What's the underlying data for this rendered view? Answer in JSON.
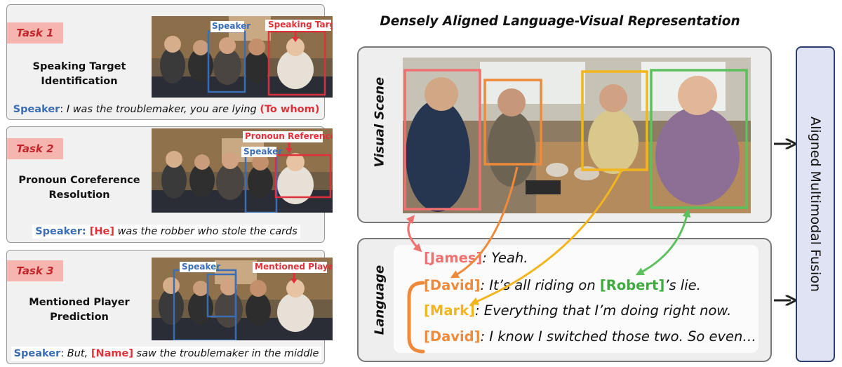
{
  "tasks": [
    {
      "badge": "Task 1",
      "name_line1": "Speaking Target",
      "name_line2": "Identification",
      "labels": [
        "Speaker",
        "Speaking Target"
      ],
      "caption": {
        "speaker": "Speaker",
        "sep": ": ",
        "text": "I was the troublemaker, you are lying ",
        "highlight": "(To whom)"
      }
    },
    {
      "badge": "Task 2",
      "name_line1": "Pronoun Coreference",
      "name_line2": "Resolution",
      "labels": [
        "Speaker",
        "Pronoun Reference"
      ],
      "caption": {
        "speaker": "Speaker",
        "sep": ": ",
        "highlight": "[He]",
        "text": " was the robber who stole the cards"
      }
    },
    {
      "badge": "Task 3",
      "name_line1": "Mentioned Player",
      "name_line2": "Prediction",
      "labels": [
        "Speaker",
        "Mentioned Player"
      ],
      "caption": {
        "speaker": "Speaker",
        "sep": ": ",
        "text_pre": "But, ",
        "highlight": "[Name]",
        "text": " saw the troublemaker in the middle"
      }
    }
  ],
  "title": "Densely Aligned Language-Visual Representation",
  "visual_label": "Visual Scene",
  "language_label": "Language",
  "dialogue": [
    {
      "name": "[James]",
      "name_color": "#f07070",
      "text": ": Yeah."
    },
    {
      "name": "[David]",
      "name_color": "#ee8a3b",
      "text": ": It’s all riding on ",
      "name2": "[Robert]",
      "name2_color": "#3faa3f",
      "text2": "’s lie."
    },
    {
      "name": "[Mark]",
      "name_color": "#f3b51e",
      "text": ": Everything that I’m doing right now."
    },
    {
      "name": "[David]",
      "name_color": "#ee8a3b",
      "text": ": I know I switched those two. So even…"
    }
  ],
  "fusion_label": "Aligned Multimodal Fusion",
  "colors": {
    "james": "#f07070",
    "david": "#ee8a3b",
    "mark": "#f3b51e",
    "robert": "#5cc05c",
    "speaker_blue": "#3b6db4",
    "target_red": "#e0313a"
  }
}
